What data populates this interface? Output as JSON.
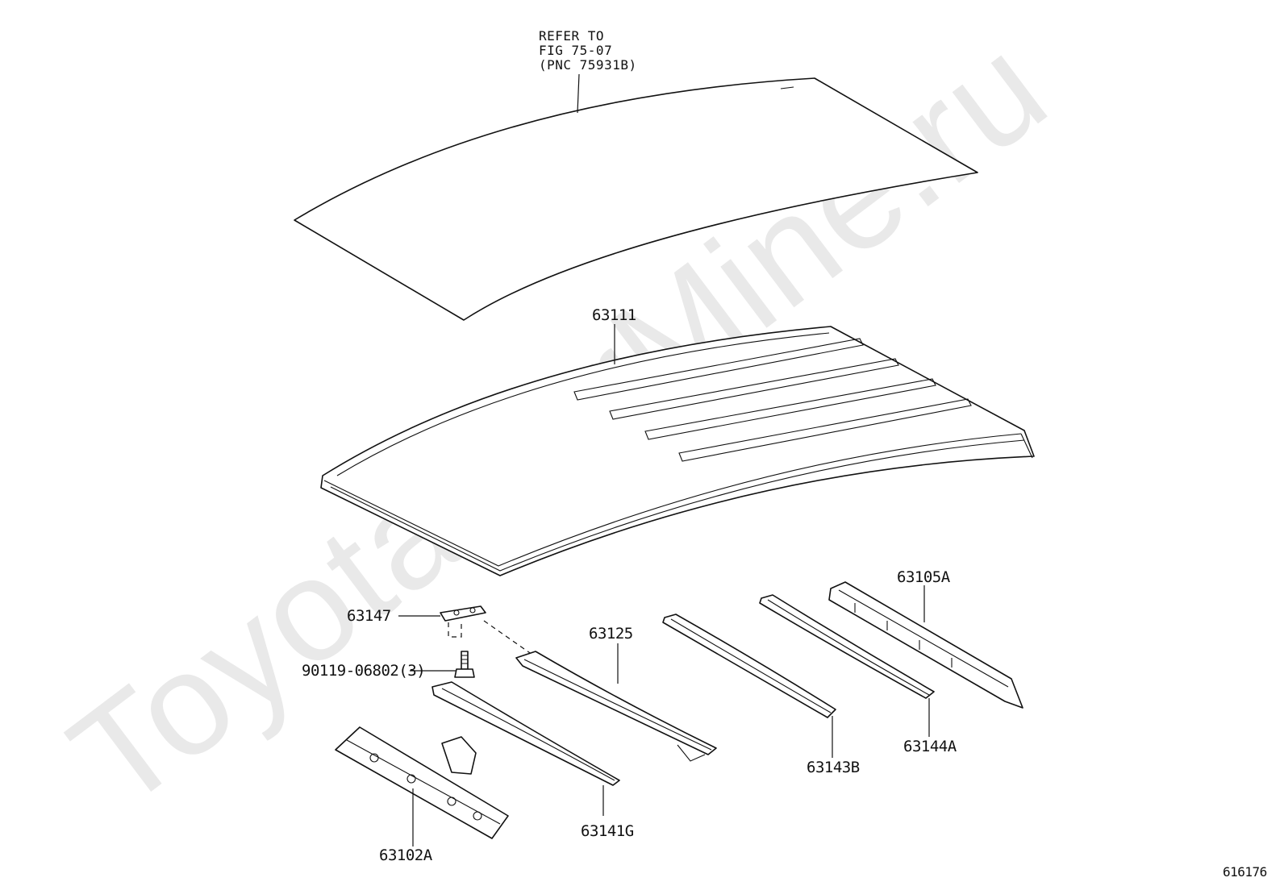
{
  "watermark": "ToyotaCarMine.ru",
  "reference_note": {
    "line1": "REFER TO",
    "line2": "FIG 75-07",
    "line3": "(PNC 75931B)"
  },
  "parts": {
    "roof_panel": "63111",
    "retainer_63147": "63147",
    "bolt": "90119-06802(3)",
    "reinforcement_63125": "63125",
    "rail_63102A": "63102A",
    "reinforcement_63141G": "63141G",
    "reinforcement_63143B": "63143B",
    "reinforcement_63144A": "63144A",
    "rail_63105A": "63105A"
  },
  "figure_id": "616176"
}
